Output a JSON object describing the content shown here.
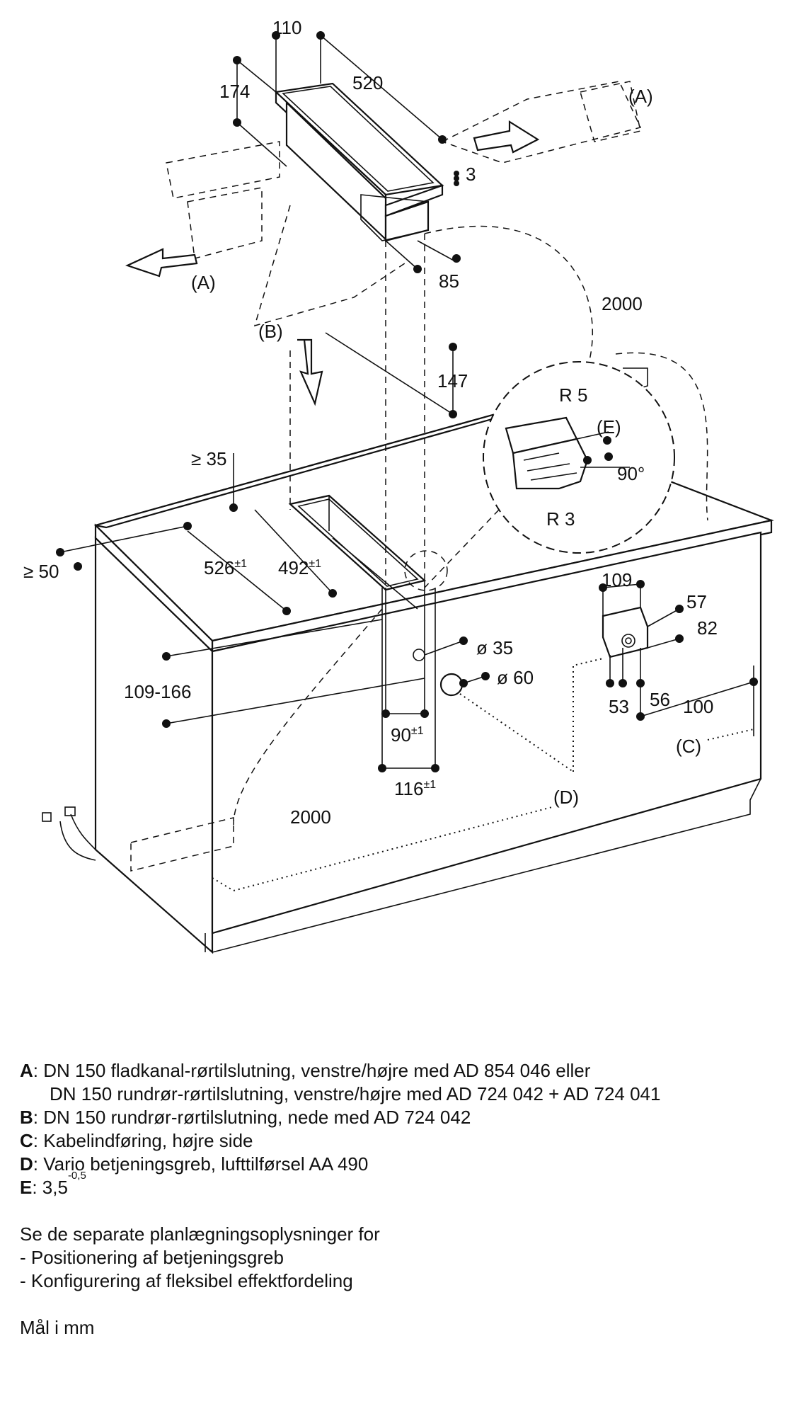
{
  "dims": {
    "d110": "110",
    "d520": "520",
    "d174": "174",
    "d3": "3",
    "d85": "85",
    "d2000_top": "2000",
    "d147": "147",
    "d_ge35": "≥ 35",
    "d_ge50": "≥ 50",
    "d526": "526",
    "d526_tol": "±1",
    "d492": "492",
    "d492_tol": "±1",
    "r5": "R 5",
    "r3": "R 3",
    "angle90": "90°",
    "d109_166": "109-166",
    "d_o35": "ø 35",
    "d_o60": "ø 60",
    "d90": "90",
    "d90_tol": "±1",
    "d116": "116",
    "d116_tol": "±1",
    "d2000_bottom": "2000",
    "d109": "109",
    "d57": "57",
    "d82": "82",
    "d53": "53",
    "d56": "56",
    "d100": "100"
  },
  "labels": {
    "A_right": "(A)",
    "A_left": "(A)",
    "B": "(B)",
    "C": "(C)",
    "D": "(D)",
    "E": "(E)"
  },
  "legend": {
    "A_key": "A",
    "A_text1": ": DN 150 fladkanal-rørtilslutning, venstre/højre med AD 854 046 eller",
    "A_text2": "DN 150 rundrør-rørtilslutning, venstre/højre med AD 724 042 + AD 724 041",
    "B_key": "B",
    "B_text": ": DN 150 rundrør-rørtilslutning, nede med AD 724 042",
    "C_key": "C",
    "C_text": ": Kabelindføring, højre side",
    "D_key": "D",
    "D_text": ": Vario betjeningsgreb, lufttilførsel AA 490",
    "E_key": "E",
    "E_text": ": 3,5",
    "E_sup": "-0,5"
  },
  "notes": {
    "intro": "Se de separate planlægningsoplysninger for",
    "item1": "- Positionering af betjeningsgreb",
    "item2": "- Konfigurering af fleksibel effektfordeling",
    "units": "Mål i mm"
  }
}
